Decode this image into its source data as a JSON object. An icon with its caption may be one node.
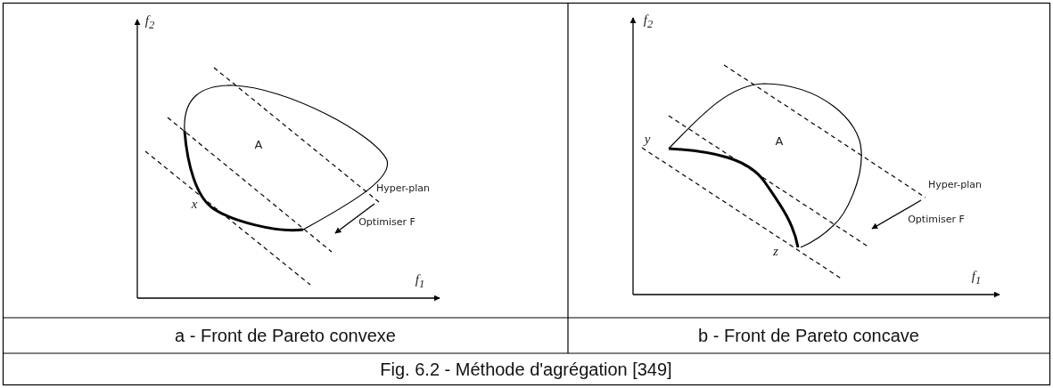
{
  "diagram": {
    "caption": "Fig. 6.2 - Méthode d'agrégation [349]",
    "labels": [
      "f$_{2}$",
      "A",
      "x",
      "Hyper-plan",
      "Optimiser F",
      "f$_{1}$",
      "f$_{2}$",
      "y",
      "A",
      "Hyper-plan",
      "Optimiser F",
      "z",
      "f$_{1}$",
      "a - Front de Pareto convexe",
      "b - Front de Pareto concave"
    ]
  }
}
